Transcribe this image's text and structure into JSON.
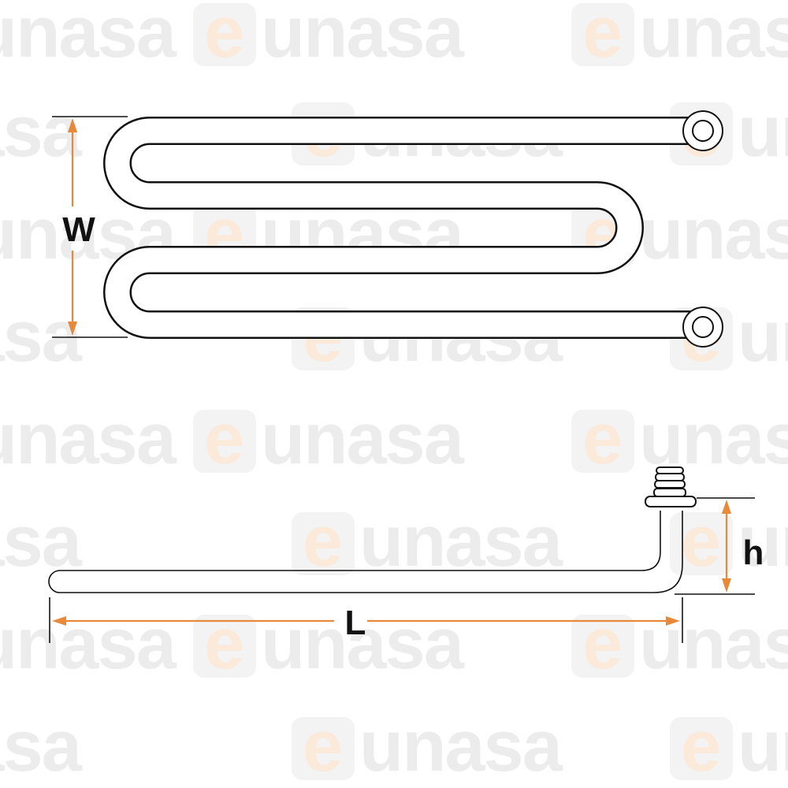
{
  "watermark": {
    "brand_letter": "e",
    "brand_rest": "unasa",
    "partial_left": "unasa",
    "partial_right": "eu",
    "accent_color": "#e8893a"
  },
  "dimensions": {
    "width_label": "W",
    "height_label": "h",
    "length_label": "L",
    "color": "#e8893a"
  },
  "diagram": {
    "line_color": "#111111"
  }
}
